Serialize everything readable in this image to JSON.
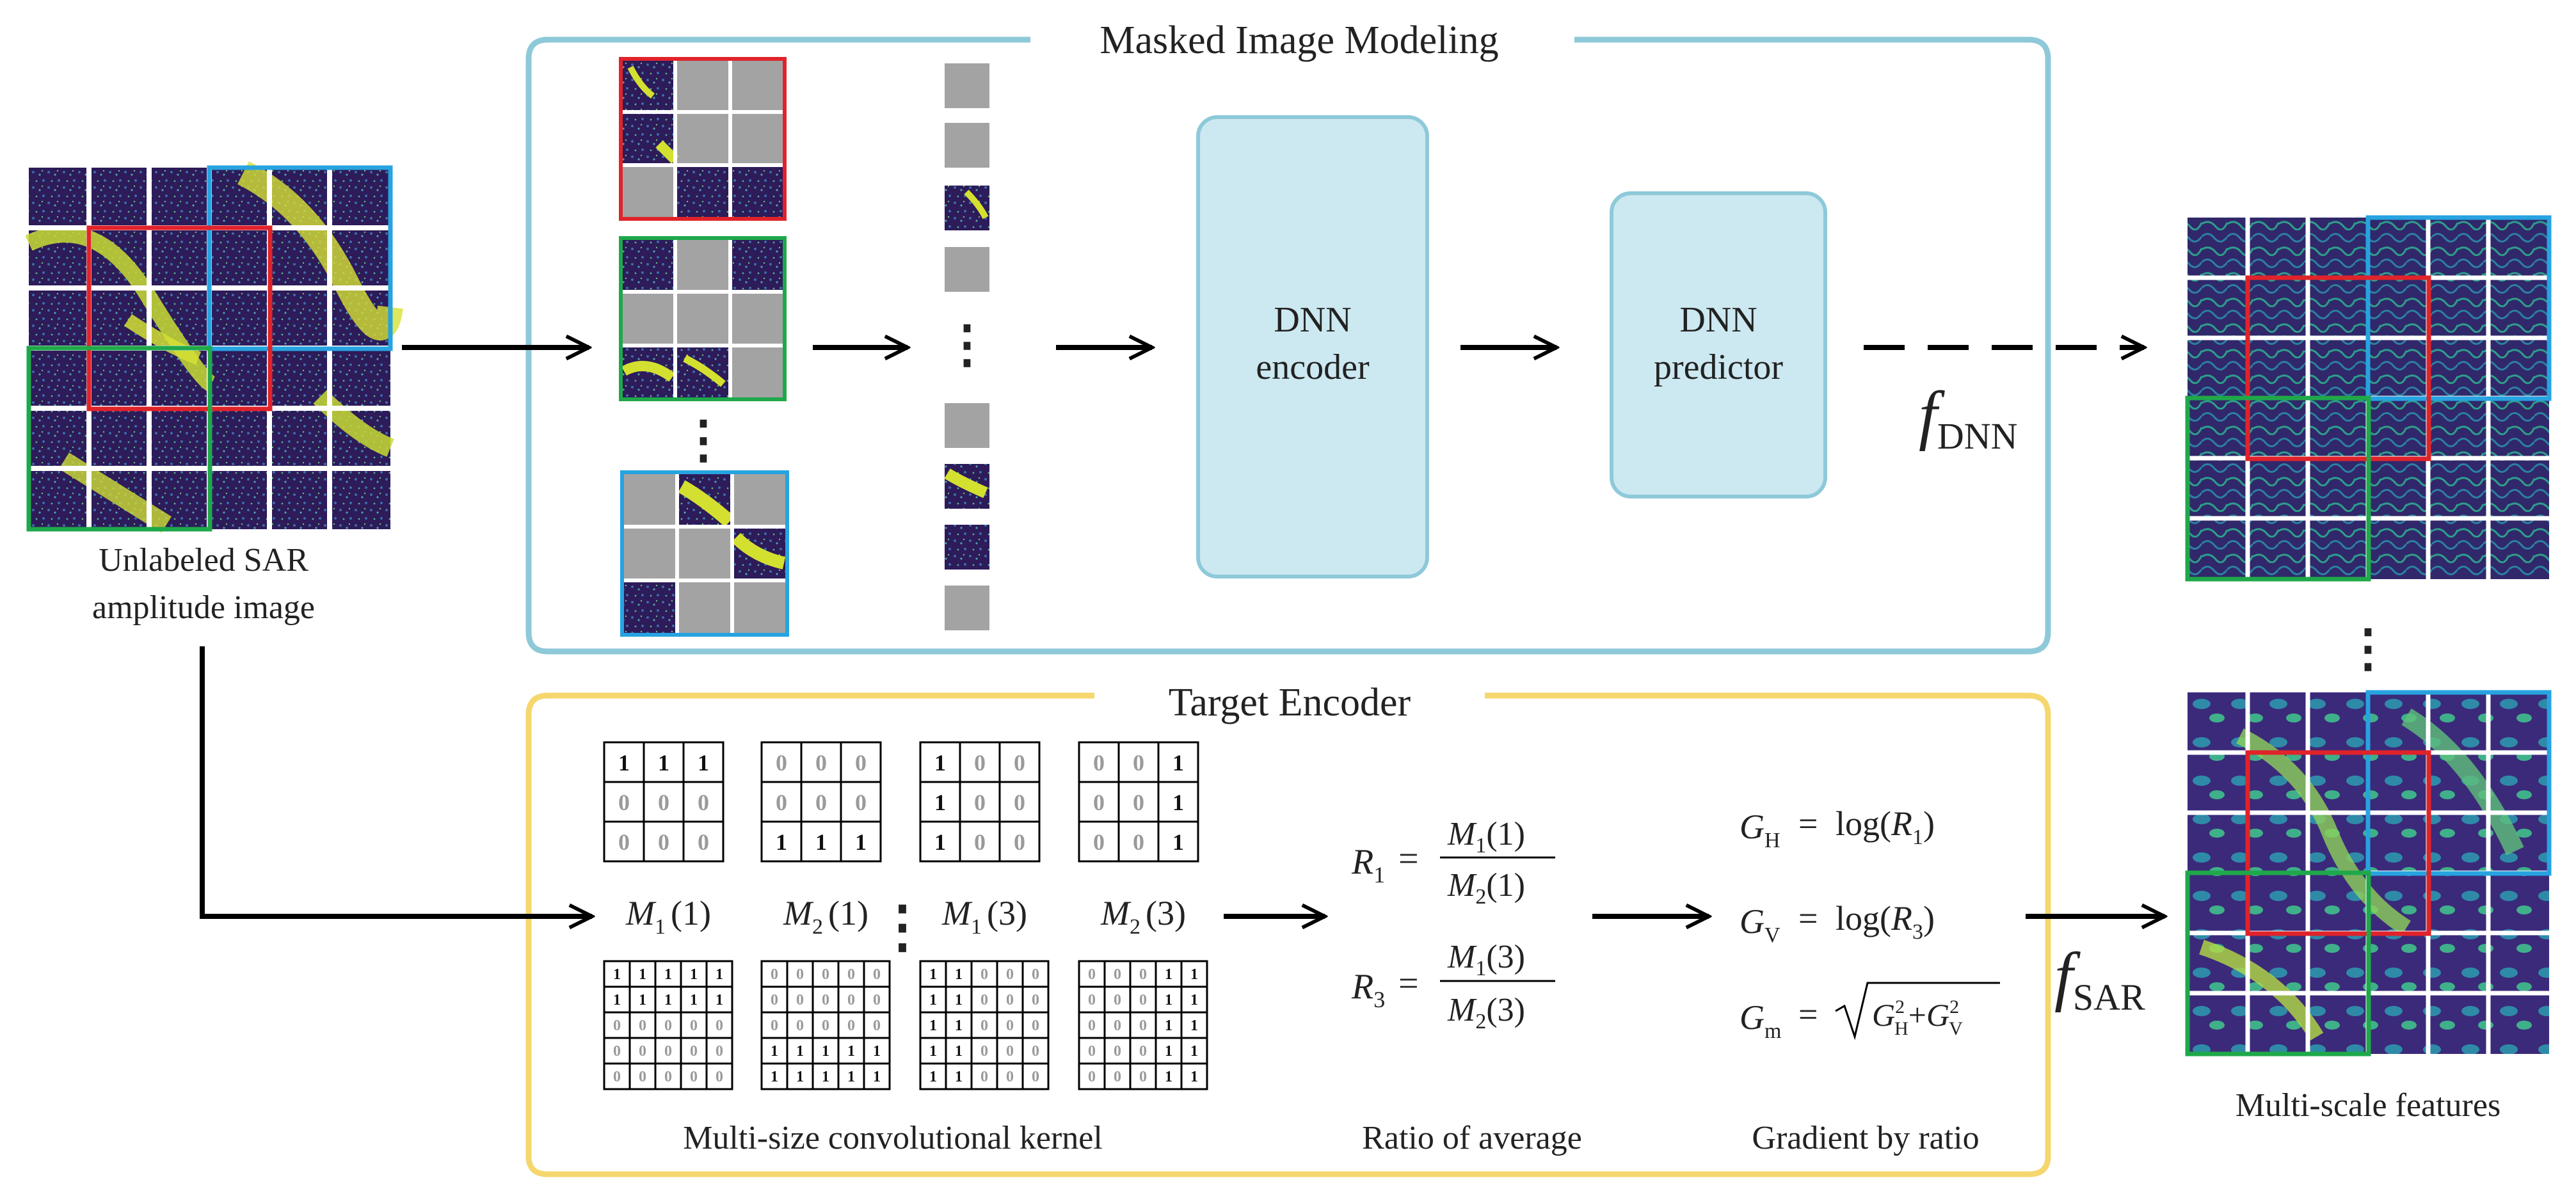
{
  "colors": {
    "mim_border": "#8ec9d9",
    "mim_block_fill": "#cce8f0",
    "target_border": "#f5d76e",
    "highlight_red": "#e0232a",
    "highlight_green": "#1fa84a",
    "highlight_blue": "#27a3e0",
    "masked_patch": "#a3a3a3",
    "sar_dark": "#2d1b5a",
    "sar_bright": "#d4e030"
  },
  "mim": {
    "title": "Masked Image Modeling",
    "encoder_line1": "DNN",
    "encoder_line2": "encoder",
    "predictor_line1": "DNN",
    "predictor_line2": "predictor",
    "f_symbol": "f",
    "f_sub": "DNN"
  },
  "input": {
    "caption_line1": "Unlabeled SAR",
    "caption_line2": "amplitude image"
  },
  "target": {
    "title": "Target Encoder",
    "kernels": [
      {
        "label": "M",
        "sub": "1",
        "arg": "(1)",
        "small": [
          [
            1,
            1,
            1
          ],
          [
            0,
            0,
            0
          ],
          [
            0,
            0,
            0
          ]
        ],
        "large": [
          [
            1,
            1,
            1,
            1,
            1
          ],
          [
            1,
            1,
            1,
            1,
            1
          ],
          [
            0,
            0,
            0,
            0,
            0
          ],
          [
            0,
            0,
            0,
            0,
            0
          ],
          [
            0,
            0,
            0,
            0,
            0
          ]
        ]
      },
      {
        "label": "M",
        "sub": "2",
        "arg": "(1)",
        "small": [
          [
            0,
            0,
            0
          ],
          [
            0,
            0,
            0
          ],
          [
            1,
            1,
            1
          ]
        ],
        "large": [
          [
            0,
            0,
            0,
            0,
            0
          ],
          [
            0,
            0,
            0,
            0,
            0
          ],
          [
            0,
            0,
            0,
            0,
            0
          ],
          [
            1,
            1,
            1,
            1,
            1
          ],
          [
            1,
            1,
            1,
            1,
            1
          ]
        ]
      },
      {
        "label": "M",
        "sub": "1",
        "arg": "(3)",
        "small": [
          [
            1,
            0,
            0
          ],
          [
            1,
            0,
            0
          ],
          [
            1,
            0,
            0
          ]
        ],
        "large": [
          [
            1,
            1,
            0,
            0,
            0
          ],
          [
            1,
            1,
            0,
            0,
            0
          ],
          [
            1,
            1,
            0,
            0,
            0
          ],
          [
            1,
            1,
            0,
            0,
            0
          ],
          [
            1,
            1,
            0,
            0,
            0
          ]
        ]
      },
      {
        "label": "M",
        "sub": "2",
        "arg": "(3)",
        "small": [
          [
            0,
            0,
            1
          ],
          [
            0,
            0,
            1
          ],
          [
            0,
            0,
            1
          ]
        ],
        "large": [
          [
            0,
            0,
            0,
            1,
            1
          ],
          [
            0,
            0,
            0,
            1,
            1
          ],
          [
            0,
            0,
            0,
            1,
            1
          ],
          [
            0,
            0,
            0,
            1,
            1
          ],
          [
            0,
            0,
            0,
            1,
            1
          ]
        ]
      }
    ],
    "kernel_caption": "Multi-size convolutional kernel",
    "ratio": {
      "r1": "R",
      "r1_sub": "1",
      "r3": "R",
      "r3_sub": "3",
      "eq": "=",
      "num1": "M",
      "num1_sub": "1",
      "num1_arg": "(1)",
      "den1": "M",
      "den1_sub": "2",
      "den1_arg": "(1)",
      "num3": "M",
      "num3_sub": "1",
      "num3_arg": "(3)",
      "den3": "M",
      "den3_sub": "2",
      "den3_arg": "(3)"
    },
    "ratio_caption": "Ratio of average",
    "gradient": {
      "gh": "G",
      "gh_sub": "H",
      "gh_rhs": "log(",
      "gh_r": "R",
      "gh_r_sub": "1",
      "gh_close": ")",
      "gv": "G",
      "gv_sub": "V",
      "gv_rhs": "log(",
      "gv_r": "R",
      "gv_r_sub": "3",
      "gv_close": ")",
      "gm": "G",
      "gm_sub": "m",
      "sq_h": "G",
      "sq_h_sub": "H",
      "sq_h_sup": "2",
      "plus": "+",
      "sq_v": "G",
      "sq_v_sub": "V",
      "sq_v_sup": "2",
      "eq": "="
    },
    "gradient_caption": "Gradient by ratio",
    "f_symbol": "f",
    "f_sub": "SAR"
  },
  "output": {
    "caption": "Multi-scale features",
    "ellipsis": "⋮"
  },
  "dots": "⋮"
}
